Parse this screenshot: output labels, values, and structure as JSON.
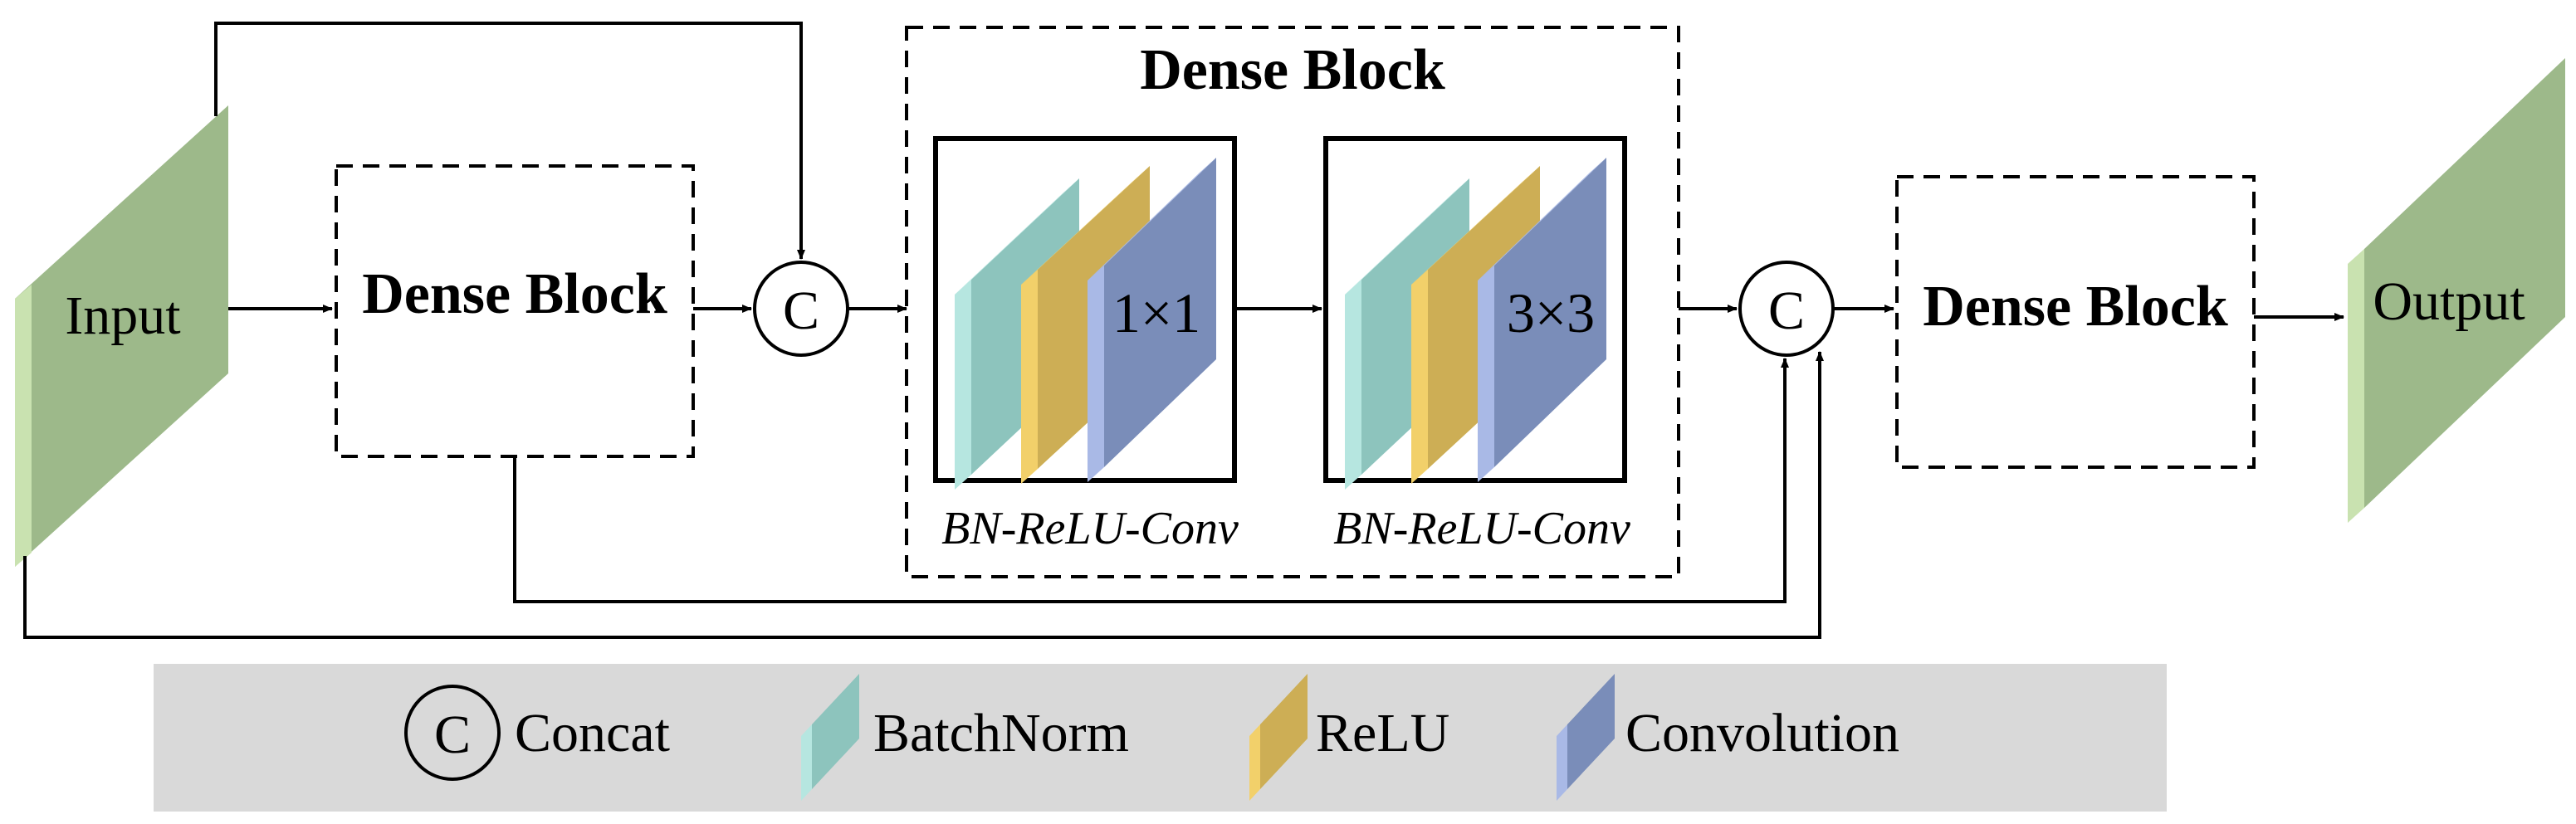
{
  "input_label": "Input",
  "output_label": "Output",
  "dense_block_label": "Dense Block",
  "expanded_block": {
    "title": "Dense Block",
    "unit1": {
      "kernel": "1×1",
      "caption": "BN-ReLU-Conv"
    },
    "unit2": {
      "kernel": "3×3",
      "caption": "BN-ReLU-Conv"
    }
  },
  "concat_symbol": "C",
  "legend": {
    "concat": "Concat",
    "batchnorm": "BatchNorm",
    "relu": "ReLU",
    "convolution": "Convolution"
  },
  "colors": {
    "input_output_face": "#9db98a",
    "input_output_edge": "#c9e2b0",
    "batchnorm": "#8dc4bd",
    "batchnorm_edge": "#b6e6e0",
    "relu": "#cdae55",
    "relu_edge": "#f2d06a",
    "convolution": "#7a8db9",
    "convolution_edge": "#a9b9e6",
    "legend_bg": "#d9d9d9"
  }
}
